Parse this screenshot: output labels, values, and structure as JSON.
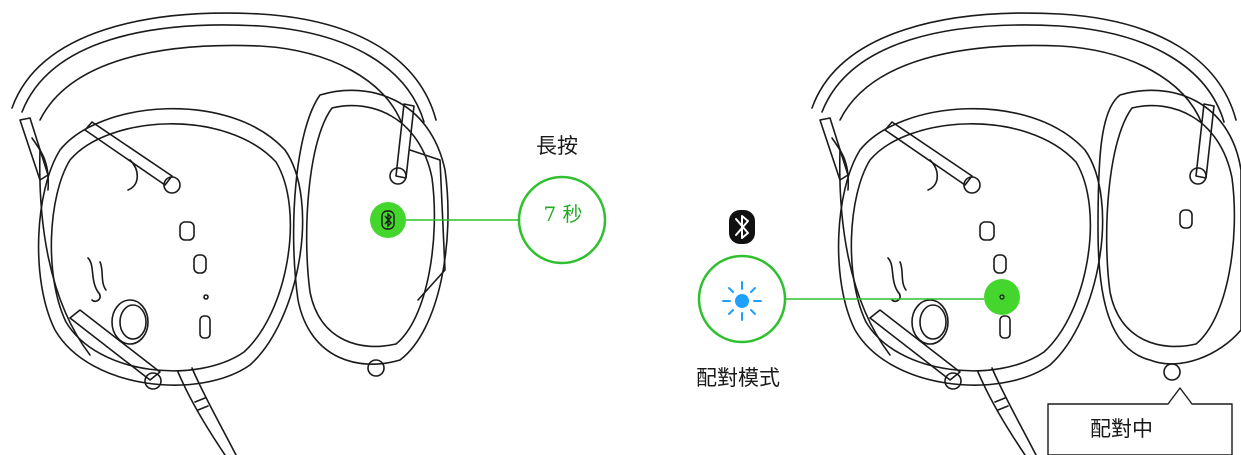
{
  "step_left": {
    "hold_label": "長按",
    "duration_text": "7 秒",
    "button_icon": "bluetooth-button-icon"
  },
  "step_right": {
    "bluetooth_icon": "bluetooth-icon",
    "led_icon": "blinking-blue-led-icon",
    "mode_label": "配對模式",
    "callout_text": "配對中"
  },
  "colors": {
    "accent_green": "#44d62c",
    "callout_green": "#2ec02e",
    "led_blue": "#1ea0ff",
    "line_art": "#1a1a1a"
  }
}
